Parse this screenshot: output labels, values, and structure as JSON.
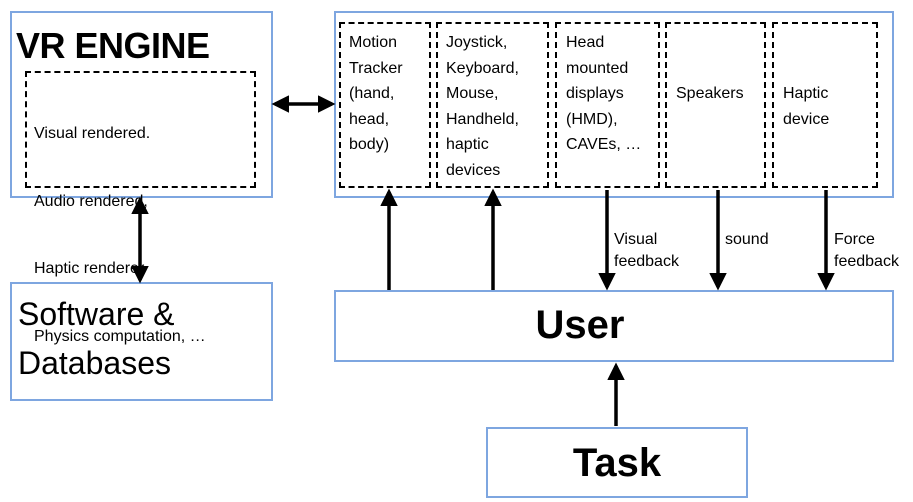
{
  "vr_engine": {
    "title": "VR ENGINE",
    "items": [
      "Visual rendered.",
      "Audio rendered,",
      "Haptic renderer",
      "Physics computation, …"
    ]
  },
  "software": {
    "label": "Software &\nDatabases"
  },
  "devices": [
    {
      "label": "Motion\nTracker\n(hand,\nhead,\nbody)"
    },
    {
      "label": "Joystick,\nKeyboard,\nMouse,\nHandheld,\nhaptic\ndevices"
    },
    {
      "label": "Head\nmounted\ndisplays\n(HMD),\nCAVEs, …"
    },
    {
      "label": "Speakers"
    },
    {
      "label": "Haptic\ndevice"
    }
  ],
  "user": {
    "label": "User"
  },
  "task": {
    "label": "Task"
  },
  "feedback": {
    "visual": "Visual\nfeedback",
    "sound": "sound",
    "force": "Force\nfeedback"
  },
  "colors": {
    "box_border": "#7ea6e0",
    "arrow": "#000000"
  }
}
